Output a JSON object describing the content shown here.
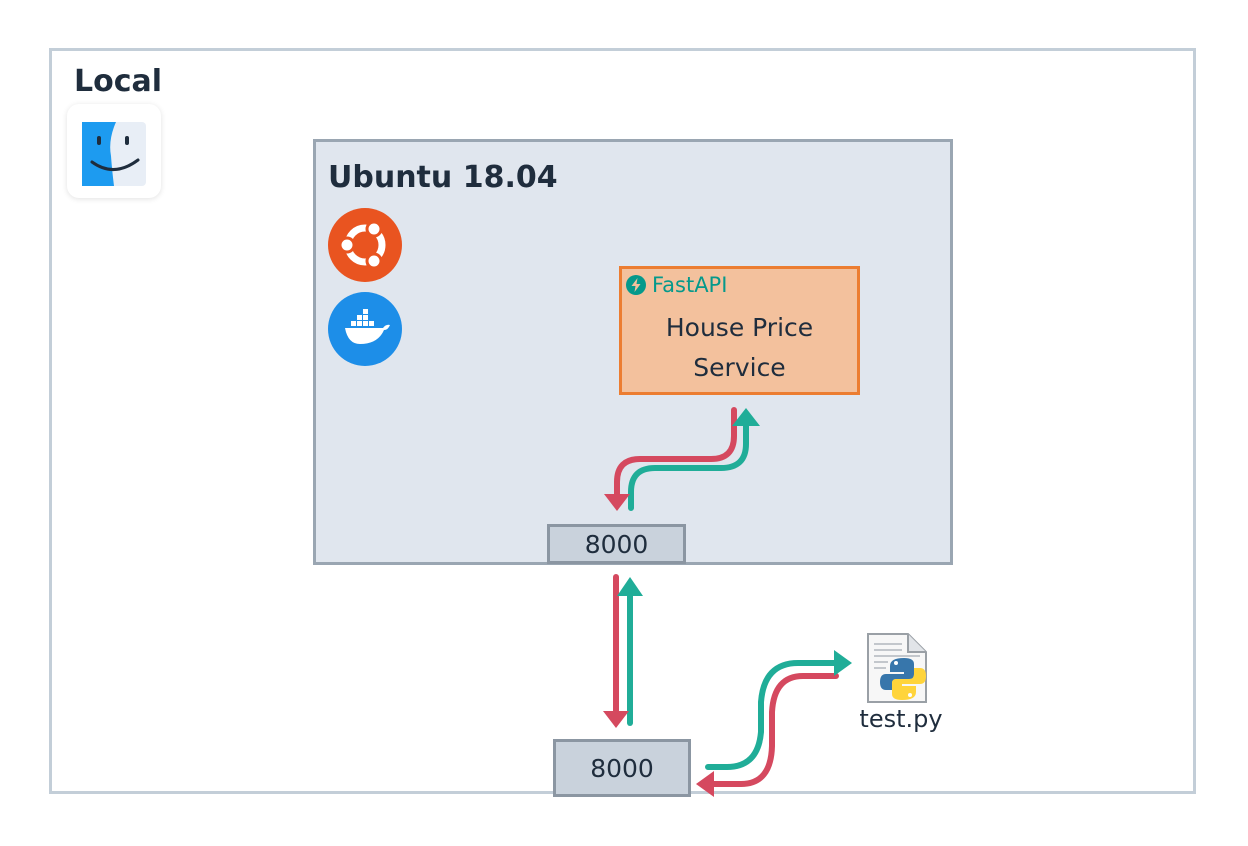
{
  "local": {
    "title": "Local",
    "icon": "finder-icon"
  },
  "ubuntu": {
    "title": "Ubuntu 18.04",
    "icons": [
      "ubuntu-logo-icon",
      "docker-logo-icon"
    ]
  },
  "service": {
    "framework": "FastAPI",
    "label": "House Price Service"
  },
  "ports": {
    "container": "8000",
    "host": "8000"
  },
  "client": {
    "file_label": "test.py",
    "icon": "python-file-icon"
  },
  "colors": {
    "request_arrow": "#d5495f",
    "response_arrow": "#20ad98",
    "local_border": "#c3ced8",
    "ubuntu_fill": "#e0e6ee",
    "service_fill": "#f3c19d",
    "service_border": "#ec7d31",
    "fastapi_green": "#05998b",
    "port_fill": "#c9d2dc"
  }
}
